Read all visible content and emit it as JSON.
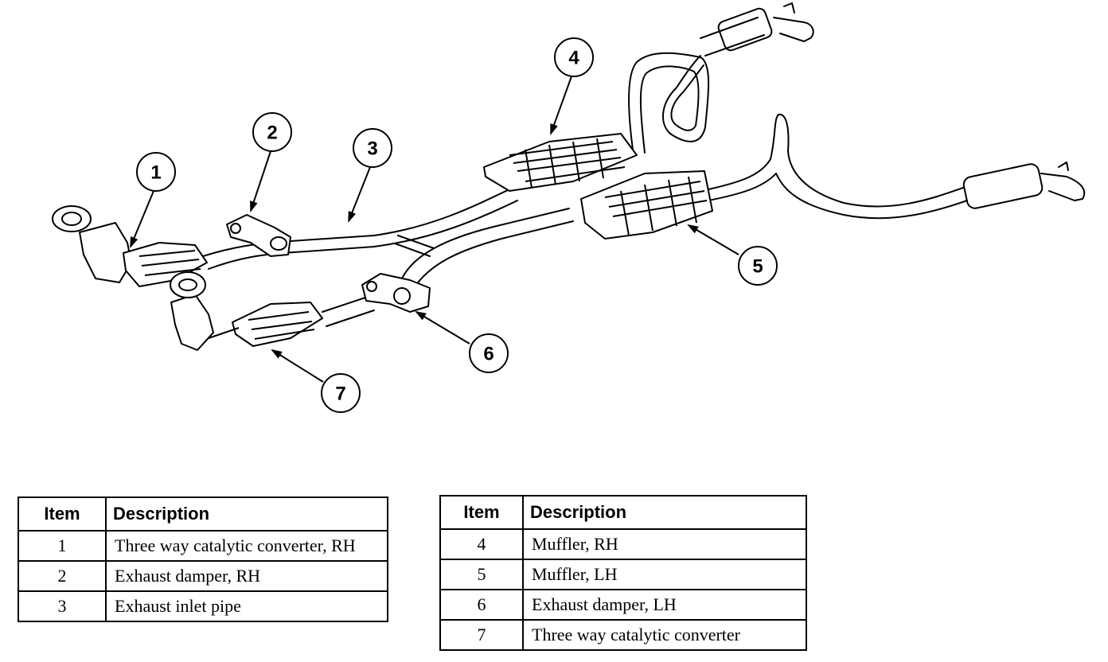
{
  "callouts": [
    {
      "label": "1"
    },
    {
      "label": "2"
    },
    {
      "label": "3"
    },
    {
      "label": "4"
    },
    {
      "label": "5"
    },
    {
      "label": "6"
    },
    {
      "label": "7"
    }
  ],
  "legend_left": {
    "header_item": "Item",
    "header_description": "Description",
    "rows": [
      {
        "item": "1",
        "description": "Three way catalytic converter, RH"
      },
      {
        "item": "2",
        "description": "Exhaust damper, RH"
      },
      {
        "item": "3",
        "description": "Exhaust inlet pipe"
      }
    ]
  },
  "legend_right": {
    "header_item": "Item",
    "header_description": "Description",
    "rows": [
      {
        "item": "4",
        "description": "Muffler, RH"
      },
      {
        "item": "5",
        "description": "Muffler, LH"
      },
      {
        "item": "6",
        "description": "Exhaust damper, LH"
      },
      {
        "item": "7",
        "description": "Three way catalytic converter"
      }
    ]
  }
}
